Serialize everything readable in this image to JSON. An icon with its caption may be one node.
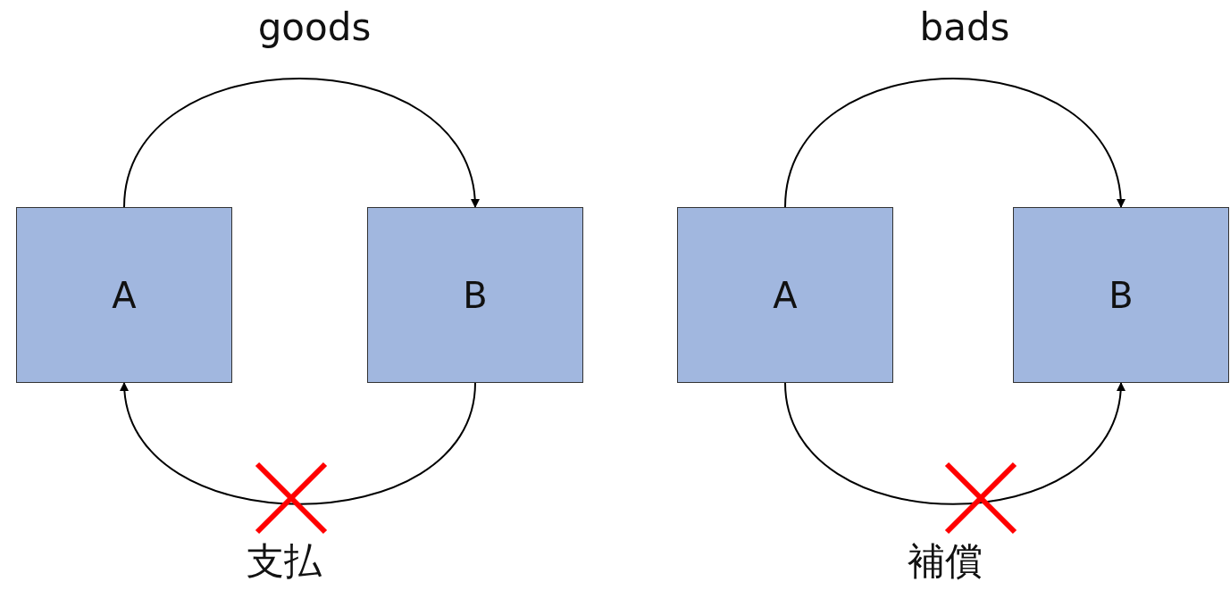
{
  "diagram": {
    "nodes": [
      {
        "text": [
          "A"
        ]
      },
      {
        "text": [
          "B"
        ]
      },
      {
        "text": [
          "A"
        ]
      },
      {
        "text": [
          "B"
        ]
      }
    ],
    "edges": [
      {
        "from": 0,
        "to": 1,
        "arrow": "to",
        "label": "goods"
      },
      {
        "from": 1,
        "to": 0,
        "arrow": "to",
        "label": "支払"
      },
      {
        "from": 2,
        "to": 3,
        "arrow": "to",
        "label": "bads"
      },
      {
        "from": 2,
        "to": 3,
        "arrow": "to",
        "label": "補償"
      }
    ]
  }
}
